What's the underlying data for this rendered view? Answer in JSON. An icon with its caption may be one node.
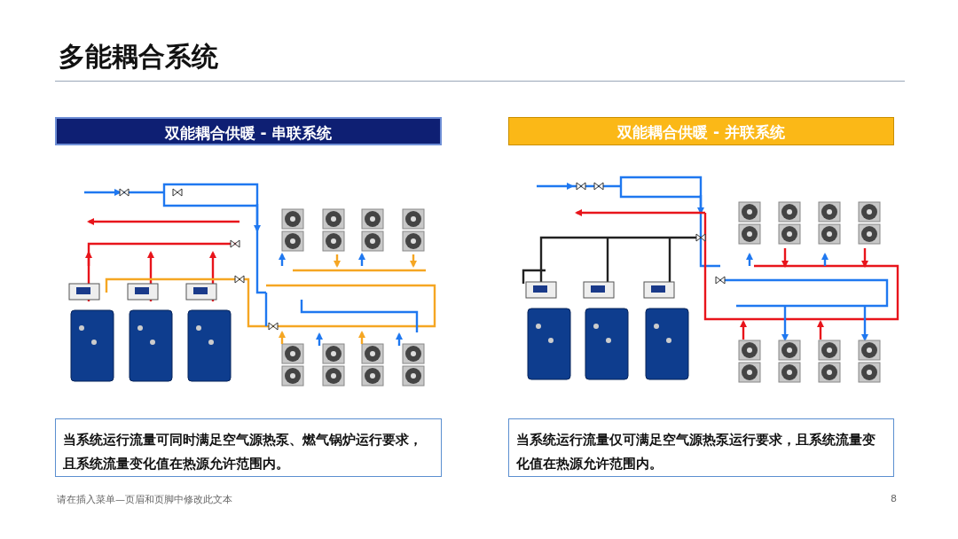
{
  "diagram": {
    "title": "多能耦合系统",
    "nodes": [
      {
        "text": [
          "双能耦合供暖 - 串联系统"
        ]
      },
      {
        "text": [
          "当系统运行流量可同时满足空气源热泵、燃气锅炉运行要求，且系统流量变化值在热源允许范围内。"
        ]
      },
      {
        "text": [
          "双能耦合供暖 - 并联系统"
        ]
      },
      {
        "text": [
          "当系统运行流量仅可满足空气源热泵运行要求，且系统流量变化值在热源允许范围内。"
        ]
      }
    ],
    "labels": [
      "请在插入菜单—页眉和页脚中修改此文本",
      "8"
    ]
  }
}
